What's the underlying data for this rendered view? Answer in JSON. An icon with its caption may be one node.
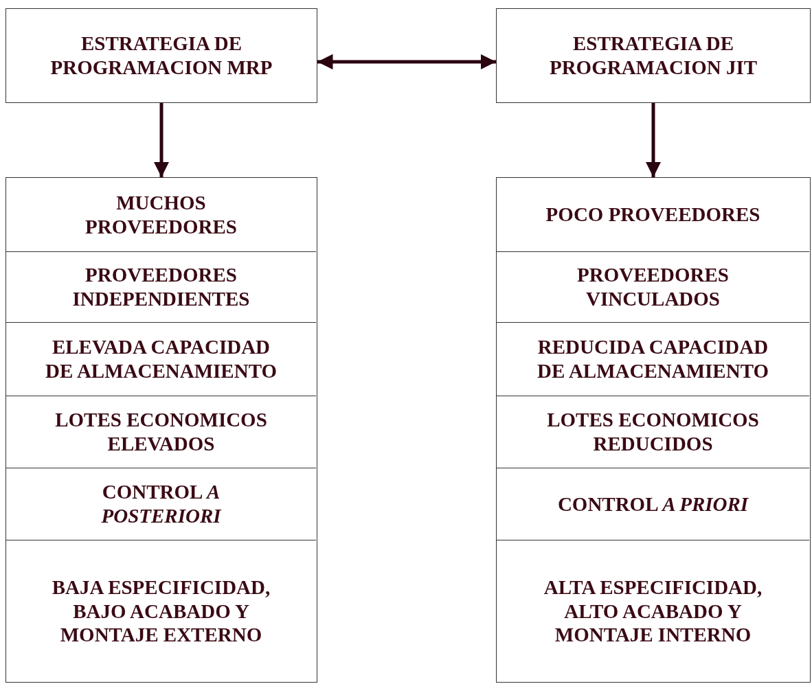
{
  "diagram": {
    "nodes": [
      {
        "text": [
          "ESTRATEGIA DE PROGRAMACION MRP"
        ]
      },
      {
        "text": [
          "ESTRATEGIA DE PROGRAMACION JIT"
        ]
      },
      {
        "text": [],
        "shape": "box"
      },
      {
        "text": [
          "MUCHOS PROVEEDORES"
        ],
        "in": 2
      },
      {
        "text": [
          "PROVEEDORES INDEPENDIENTES"
        ],
        "in": 2
      },
      {
        "text": [
          "ELEVADA CAPACIDAD DE ALMACENAMIENTO"
        ],
        "in": 2
      },
      {
        "text": [
          "LOTES ECONOMICOS ELEVADOS"
        ],
        "in": 2
      },
      {
        "text": [
          "CONTROL *A POSTERIORI*"
        ],
        "in": 2
      },
      {
        "text": [
          "BAJA ESPECIFICIDAD, BAJO ACABADO Y MONTAJE EXTERNO"
        ],
        "in": 2
      },
      {
        "text": [],
        "shape": "box"
      },
      {
        "text": [
          "POCO PROVEEDORES"
        ],
        "in": 9
      },
      {
        "text": [
          "PROVEEDORES VINCULADOS"
        ],
        "in": 9
      },
      {
        "text": [
          "REDUCIDA CAPACIDAD DE ALMACENAMIENTO"
        ],
        "in": 9
      },
      {
        "text": [
          "LOTES ECONOMICOS REDUCIDOS"
        ],
        "in": 9
      },
      {
        "text": [
          "CONTROL *A PRIORI*"
        ],
        "in": 9
      },
      {
        "text": [
          "ALTA ESPECIFICIDAD, ALTO ACABADO Y MONTAJE INTERNO"
        ],
        "in": 9
      }
    ],
    "edges": [
      {
        "from": 0,
        "to": 1,
        "arrow": "both"
      },
      {
        "from": 0,
        "to": 2,
        "arrow": "to"
      },
      {
        "from": 1,
        "to": 9,
        "arrow": "to"
      }
    ]
  }
}
